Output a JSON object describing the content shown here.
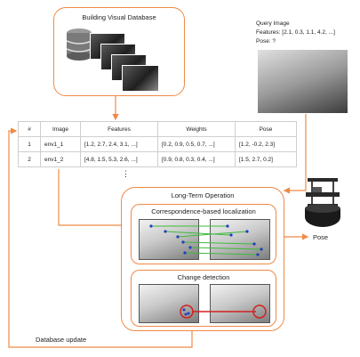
{
  "building_db": {
    "title": "Building Visual Database"
  },
  "query": {
    "title": "Query Image",
    "features": "Features: [2.1, 0.3, 1.1, 4.2, ...]",
    "pose": "Pose: ?"
  },
  "table": {
    "headers": [
      "#",
      "Image",
      "Features",
      "Weights",
      "Pose"
    ],
    "rows": [
      [
        "1",
        "env1_1",
        "[1.2, 2.7, 2.4, 3.1, ...]",
        "[0.2, 0.9, 0.5, 0.7, ...]",
        "[1.2, -0.2, 2.3]"
      ],
      [
        "2",
        "env1_2",
        "[4.8, 1.5, 5.3, 2.6, ...]",
        "[0.9, 0.8, 0.3, 0.4, ...]",
        "[1.5, 2.7, 0.2]"
      ]
    ],
    "ellipsis": "⋮"
  },
  "long_term": {
    "title": "Long-Term Operation",
    "localization": "Correspondence-based localization",
    "change": "Change detection"
  },
  "pose_output": "Pose",
  "db_update": "Database update",
  "colors": {
    "accent": "#ef8a45",
    "match_line": "#3dbb3d",
    "keypoint": "#1f3fbf",
    "change": "#d22020"
  },
  "icons": [
    "database-icon",
    "robot-icon"
  ]
}
